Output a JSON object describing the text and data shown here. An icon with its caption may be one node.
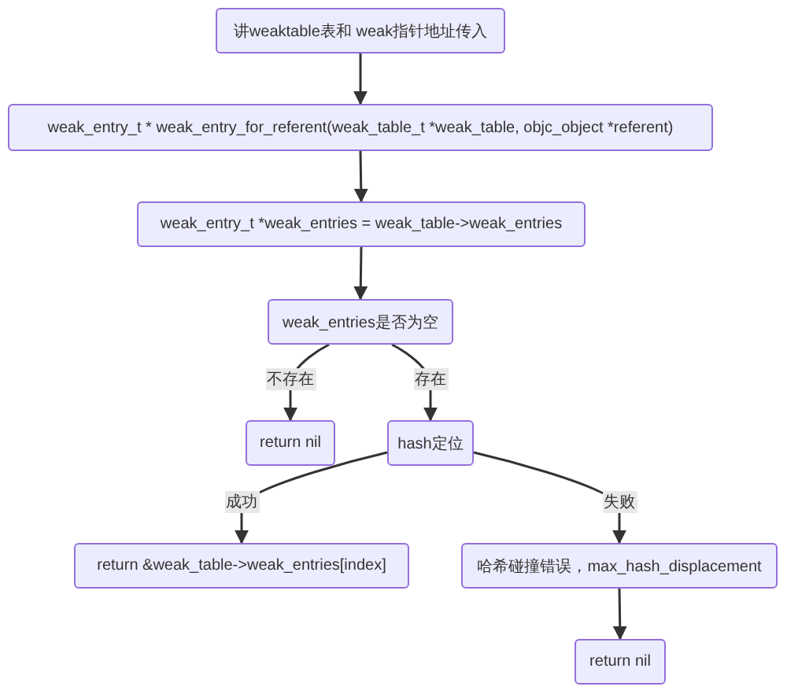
{
  "diagram": {
    "nodes": [
      {
        "text": [
          "讲weaktable表和 weak指针地址传入"
        ]
      },
      {
        "text": [
          "weak_entry_t * weak_entry_for_referent(weak_table_t *weak_table, objc_object *referent)"
        ]
      },
      {
        "text": [
          "weak_entry_t *weak_entries = weak_table->weak_entries"
        ]
      },
      {
        "text": [
          "weak_entries是否为空"
        ]
      },
      {
        "text": [
          "return nil"
        ]
      },
      {
        "text": [
          "hash定位"
        ]
      },
      {
        "text": [
          "return &weak_table->weak_entries[index]"
        ]
      },
      {
        "text": [
          "哈希碰撞错误，max_hash_displacement"
        ]
      },
      {
        "text": [
          "return nil"
        ]
      }
    ],
    "edges": [
      {
        "from": 0,
        "to": 1,
        "arrow": "to"
      },
      {
        "from": 1,
        "to": 2,
        "arrow": "to"
      },
      {
        "from": 2,
        "to": 3,
        "arrow": "to"
      },
      {
        "from": 3,
        "to": 4,
        "arrow": "to",
        "label": "不存在"
      },
      {
        "from": 3,
        "to": 5,
        "arrow": "to",
        "label": "存在"
      },
      {
        "from": 5,
        "to": 6,
        "arrow": "to",
        "label": "成功"
      },
      {
        "from": 5,
        "to": 7,
        "arrow": "to",
        "label": "失败"
      },
      {
        "from": 7,
        "to": 8,
        "arrow": "to"
      }
    ]
  }
}
